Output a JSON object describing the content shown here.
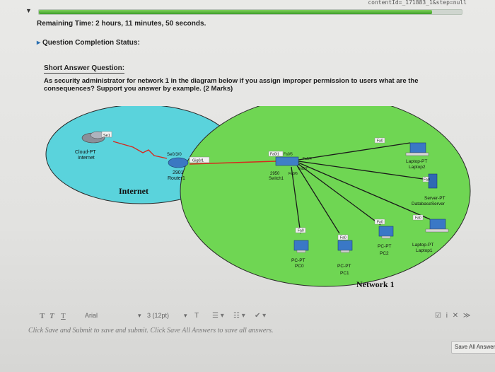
{
  "browser": {
    "url_fragment": "contentId=_171883_1&step=null"
  },
  "assessment": {
    "progress": 0.93,
    "remaining_time_label": "Remaining Time:",
    "remaining_time_value": "2 hours, 11 minutes, 50 seconds.",
    "completion_status_label": "Question Completion Status:"
  },
  "question": {
    "title": "Short Answer Question:",
    "text": "As security administrator for network 1 in the diagram below if you assign improper permission to users what are the consequences? Support you answer by example.",
    "marks": "(2 Marks)"
  },
  "diagram": {
    "internet_zone_label": "Internet",
    "network_zone_label": "Network 1",
    "colors": {
      "internet_fill": "#5ad3dc",
      "network_fill": "#6fd653",
      "link_red": "#d6291e",
      "link_black": "#1a1a1a"
    },
    "devices": {
      "cloud_name": "Cloud-PT",
      "cloud_sub": "Internet",
      "cloud_port": "Se1",
      "router_name": "2901",
      "router_sub": "Router1",
      "router_port_serial": "Se0/3/0",
      "router_port_gig": "Gig0/1",
      "switch_name": "2950",
      "switch_sub": "Switch1",
      "switch_ports": [
        "Fa0/1",
        "Fa0/5",
        "Fa0/4",
        "Fa0/7",
        "Fa0/6"
      ],
      "laptop2_name": "Laptop-PT",
      "laptop2_sub": "Laptop2",
      "laptop2_port": "Fa0",
      "server_name": "Server-PT",
      "server_sub": "DatabaseServer",
      "server_port": "Fa0",
      "laptop1_name": "Laptop-PT",
      "laptop1_sub": "Laptop1",
      "laptop1_port": "Fa0",
      "pc2_name": "PC-PT",
      "pc2_sub": "PC2",
      "pc2_port": "Fa0",
      "pc1_name": "PC-PT",
      "pc1_sub": "PC1",
      "pc1_port": "Fa0",
      "pc0_name": "PC-PT",
      "pc0_sub": "PC0",
      "pc0_port": "Fa0"
    }
  },
  "editor": {
    "bold": "T",
    "italic": "T",
    "underline": "T",
    "font_name": "Arial",
    "font_size": "3 (12pt)",
    "color_letter": "T",
    "right_icons": "☑ i ✕ ≫"
  },
  "footer": {
    "instructions": "Click Save and Submit to save and submit. Click Save All Answers to save all answers.",
    "save_all_label": "Save All Answers"
  }
}
